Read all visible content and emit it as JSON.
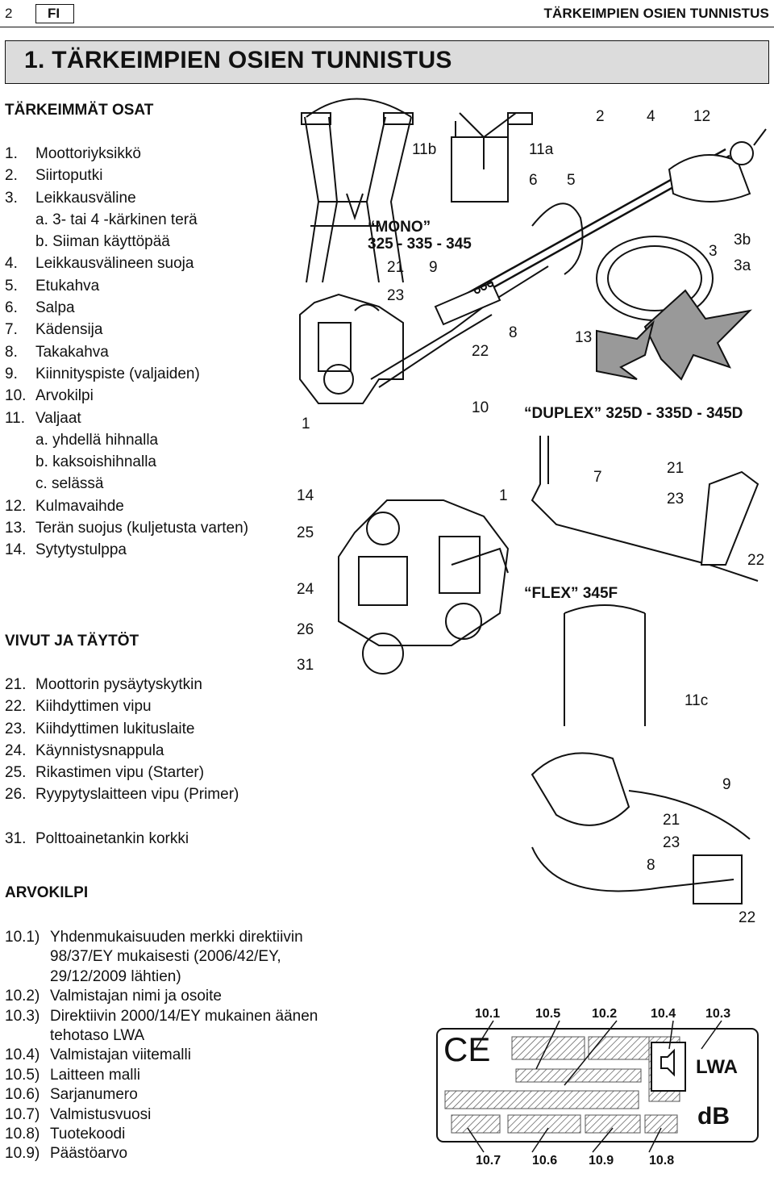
{
  "header": {
    "page_number": "2",
    "lang": "FI",
    "running_title": "TÄRKEIMPIEN OSIEN TUNNISTUS"
  },
  "title": "1. TÄRKEIMPIEN OSIEN TUNNISTUS",
  "main_parts": {
    "heading": "TÄRKEIMMÄT OSAT",
    "items": [
      {
        "num": "1.",
        "text": "Moottoriyksikkö"
      },
      {
        "num": "2.",
        "text": "Siirtoputki"
      },
      {
        "num": "3.",
        "text": "Leikkausväline"
      },
      {
        "num": "",
        "text": "a. 3- tai 4 -kärkinen terä"
      },
      {
        "num": "",
        "text": "b. Siiman käyttöpää"
      },
      {
        "num": "4.",
        "text": "Leikkausvälineen suoja"
      },
      {
        "num": "5.",
        "text": "Etukahva"
      },
      {
        "num": "6.",
        "text": "Salpa"
      },
      {
        "num": "7.",
        "text": "Kädensija"
      },
      {
        "num": "8.",
        "text": "Takakahva"
      },
      {
        "num": "9.",
        "text": "Kiinnityspiste (valjaiden)"
      },
      {
        "num": "10.",
        "text": "Arvokilpi"
      },
      {
        "num": "11.",
        "text": "Valjaat"
      },
      {
        "num": "",
        "text": "a. yhdellä hihnalla"
      },
      {
        "num": "",
        "text": "b. kaksoishihnalla"
      },
      {
        "num": "",
        "text": "c. selässä"
      },
      {
        "num": "12.",
        "text": "Kulmavaihde"
      },
      {
        "num": "13.",
        "text": "Terän suojus (kuljetusta varten)"
      },
      {
        "num": "14.",
        "text": "Sytytystulppa"
      }
    ]
  },
  "levers": {
    "heading": "VIVUT JA TÄYTÖT",
    "items": [
      {
        "num": "21.",
        "text": "Moottorin pysäytyskytkin"
      },
      {
        "num": "22.",
        "text": "Kiihdyttimen vipu"
      },
      {
        "num": "23.",
        "text": "Kiihdyttimen lukituslaite"
      },
      {
        "num": "24.",
        "text": "Käynnistysnappula"
      },
      {
        "num": "25.",
        "text": "Rikastimen vipu (Starter)"
      },
      {
        "num": "26.",
        "text": "Ryypytyslaitteen vipu (Primer)"
      }
    ],
    "extra": {
      "num": "31.",
      "text": "Polttoainetankin korkki"
    }
  },
  "plate": {
    "heading": "ARVOKILPI",
    "items": [
      {
        "num": "10.1)",
        "lines": [
          "Yhdenmukaisuuden merkki direktiivin",
          "98/37/EY mukaisesti (2006/42/EY,",
          "29/12/2009 lähtien)"
        ]
      },
      {
        "num": "10.2)",
        "lines": [
          "Valmistajan nimi ja osoite"
        ]
      },
      {
        "num": "10.3)",
        "lines": [
          "Direktiivin 2000/14/EY mukainen äänen",
          "tehotaso LWA"
        ]
      },
      {
        "num": "10.4)",
        "lines": [
          "Valmistajan viitemalli"
        ]
      },
      {
        "num": "10.5)",
        "lines": [
          "Laitteen malli"
        ]
      },
      {
        "num": "10.6)",
        "lines": [
          "Sarjanumero"
        ]
      },
      {
        "num": "10.7)",
        "lines": [
          "Valmistusvuosi"
        ]
      },
      {
        "num": "10.8)",
        "lines": [
          "Tuotekoodi"
        ]
      },
      {
        "num": "10.9)",
        "lines": [
          "Päästöarvo"
        ]
      }
    ]
  },
  "diagram": {
    "callouts": {
      "c11b": "11b",
      "c11a": "11a",
      "c2": "2",
      "c4": "4",
      "c12": "12",
      "c6": "6",
      "c5": "5",
      "c3": "3",
      "c3b": "3b",
      "c3a": "3a",
      "c21a": "21",
      "c9a": "9",
      "c23a": "23",
      "c8a": "8",
      "c22a": "22",
      "c13": "13",
      "c10": "10",
      "c1a": "1",
      "c1b": "1",
      "c14": "14",
      "c25": "25",
      "c24": "24",
      "c26": "26",
      "c31": "31",
      "c7": "7",
      "c21b": "21",
      "c23b": "23",
      "c22b": "22",
      "c11c": "11c",
      "c9b": "9",
      "c21c": "21",
      "c23c": "23",
      "c8b": "8",
      "c22c": "22"
    },
    "mono_label": "“MONO”",
    "mono_models": "325 - 335 - 345",
    "duplex_label": "“DUPLEX” 325D - 335D - 345D",
    "flex_label": "“FLEX” 345F"
  },
  "rating_plate": {
    "top_labels": [
      "10.1",
      "10.5",
      "10.2",
      "10.4",
      "10.3"
    ],
    "bottom_labels": [
      "10.7",
      "10.6",
      "10.9",
      "10.8"
    ],
    "ce_mark": "CE",
    "lwa": "LWA",
    "db": "dB"
  }
}
